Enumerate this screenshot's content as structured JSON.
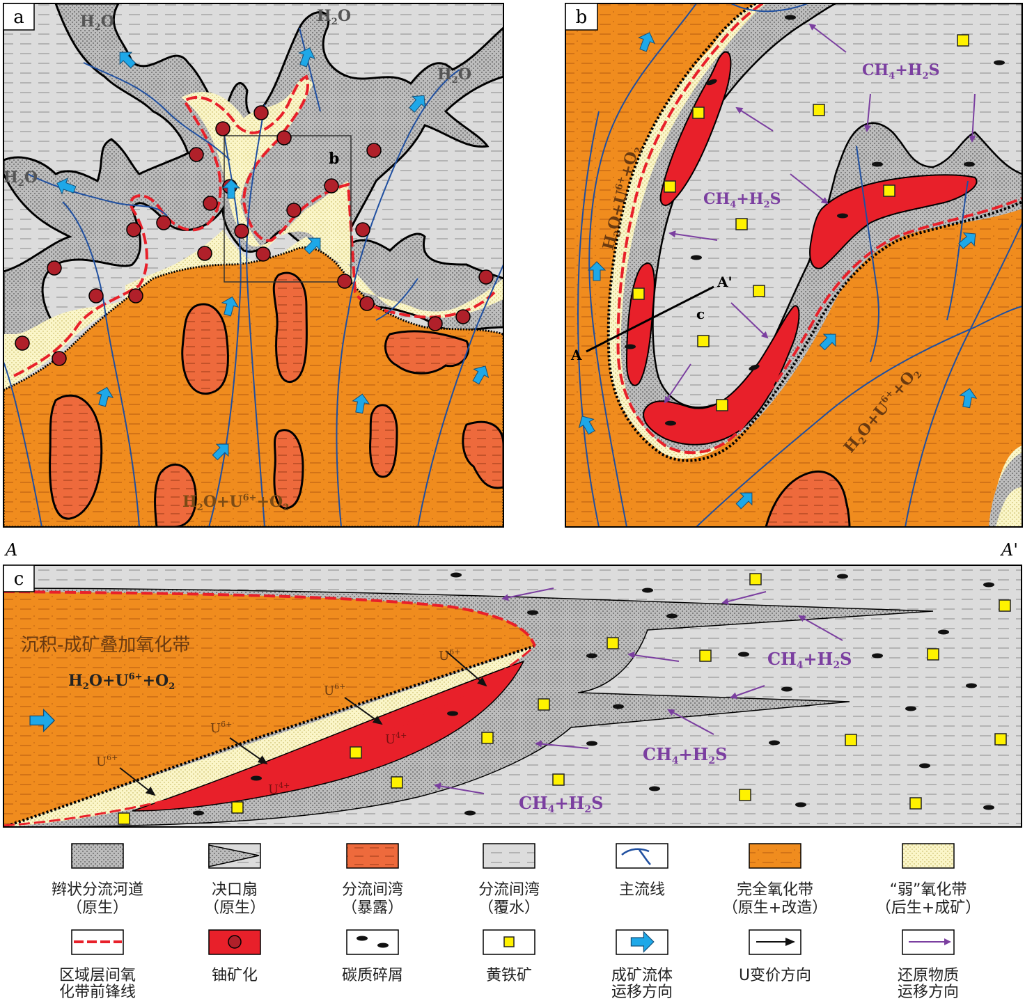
{
  "panels": {
    "a": {
      "label": "a",
      "inset_label": "b",
      "water_labels": [
        "H2O",
        "H2O",
        "H2O",
        "H2O"
      ],
      "fluid_label": "H2O+U6++O2"
    },
    "b": {
      "label": "b",
      "fluid_label_left": "H2O+U6++O2",
      "fluid_label_right": "H2O+U6++O2",
      "reductant_labels": [
        "CH4+H2S",
        "CH4+H2S"
      ],
      "section_start": "A",
      "section_end": "A'",
      "section_mark": "c"
    },
    "c": {
      "label": "c",
      "section_start": "A",
      "section_end": "A'",
      "zone_title": "沉积-成矿叠加氧化带",
      "fluid_label": "H2O+U6++O2",
      "u_ox_labels": [
        "U6+",
        "U6+",
        "U6+",
        "U6+"
      ],
      "u_red_labels": [
        "U4+",
        "U4+"
      ],
      "reductant_labels": [
        "CH4+H2S",
        "CH4+H2S",
        "CH4+H2S"
      ]
    }
  },
  "legend": [
    {
      "id": "braided-channel",
      "line1": "辫状分流河道",
      "line2": "（原生）"
    },
    {
      "id": "crevasse-splay",
      "line1": "决口扇",
      "line2": "（原生）"
    },
    {
      "id": "interdistributary-exposed",
      "line1": "分流间湾",
      "line2": "（暴露）"
    },
    {
      "id": "interdistributary-flooded",
      "line1": "分流间湾",
      "line2": "（覆水）"
    },
    {
      "id": "main-flow-line",
      "line1": "主流线",
      "line2": ""
    },
    {
      "id": "full-oxidation-zone",
      "line1": "完全氧化带",
      "line2": "（原生+改造）"
    },
    {
      "id": "weak-oxidation-zone",
      "line1": "“弱”氧化带",
      "line2": "（后生+成矿）"
    },
    {
      "id": "redox-front",
      "line1": "区域层间氧",
      "line2": "化带前锋线"
    },
    {
      "id": "uranium-mineralization",
      "line1": "铀矿化",
      "line2": ""
    },
    {
      "id": "carbonaceous-debris",
      "line1": "碳质碎屑",
      "line2": ""
    },
    {
      "id": "pyrite",
      "line1": "黄铁矿",
      "line2": ""
    },
    {
      "id": "ore-fluid-direction",
      "line1": "成矿流体",
      "line2": "运移方向"
    },
    {
      "id": "u-valence-direction",
      "line1": "U变价方向",
      "line2": ""
    },
    {
      "id": "reductant-direction",
      "line1": "还原物质",
      "line2": "运移方向"
    }
  ],
  "colors": {
    "orange": "#F08C1E",
    "exposed": "#EE6A3C",
    "gray": "#BDBDBD",
    "lightgray": "#DCDCDC",
    "cream": "#FBF6C9",
    "red": "#E8202A",
    "blue": "#1F4FA0",
    "cyan": "#1EA8E8",
    "purple": "#7B3FA0",
    "yellow": "#FFF200"
  }
}
